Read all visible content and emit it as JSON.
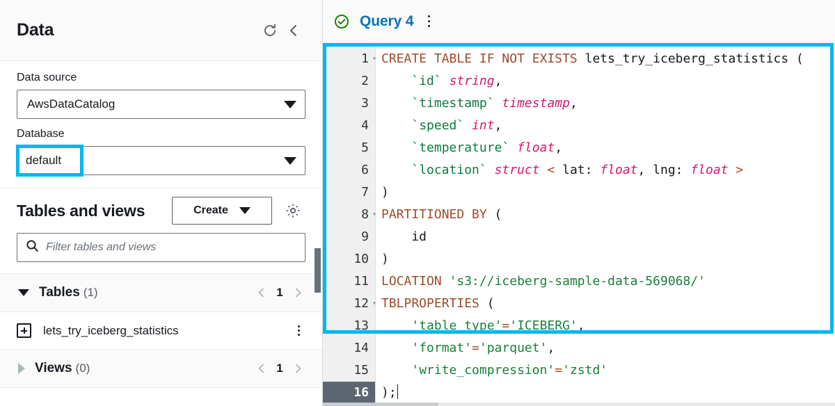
{
  "sidebar": {
    "title": "Data",
    "refresh_icon": "refresh-icon",
    "collapse_icon": "chevron-left-icon",
    "data_source": {
      "label": "Data source",
      "value": "AwsDataCatalog"
    },
    "database": {
      "label": "Database",
      "value": "default",
      "highlight_color": "#00b7f0"
    },
    "tables_and_views": {
      "title": "Tables and views",
      "create_label": "Create",
      "settings_icon": "gear-icon",
      "filter_placeholder": "Filter tables and views",
      "filter_value": "",
      "search_icon": "search-icon"
    },
    "groups": [
      {
        "name": "Tables",
        "count": "(1)",
        "expanded": true,
        "page": "1",
        "items": [
          {
            "name": "lets_try_iceberg_statistics",
            "expand_icon": "plus-square-icon",
            "menu_icon": "kebab-menu-icon"
          }
        ]
      },
      {
        "name": "Views",
        "count": "(0)",
        "expanded": false,
        "page": "1",
        "items": []
      }
    ]
  },
  "editor": {
    "tab": {
      "label": "Query 4",
      "status_icon": "check-circle-icon",
      "status_color": "#1d8102",
      "menu_icon": "kebab-menu-icon"
    },
    "highlight_color": "#00b7f0",
    "active_line": 16,
    "lines": [
      {
        "n": "1",
        "fold": "▾",
        "tokens": [
          {
            "t": "kw",
            "v": "CREATE TABLE IF NOT EXISTS "
          },
          {
            "t": "plain",
            "v": "lets_try_iceberg_statistics ("
          }
        ]
      },
      {
        "n": "2",
        "fold": "",
        "tokens": [
          {
            "t": "plain",
            "v": "    "
          },
          {
            "t": "idn",
            "v": "`id`"
          },
          {
            "t": "plain",
            "v": " "
          },
          {
            "t": "typ",
            "v": "string"
          },
          {
            "t": "plain",
            "v": ","
          }
        ]
      },
      {
        "n": "3",
        "fold": "",
        "tokens": [
          {
            "t": "plain",
            "v": "    "
          },
          {
            "t": "idn",
            "v": "`timestamp`"
          },
          {
            "t": "plain",
            "v": " "
          },
          {
            "t": "typ",
            "v": "timestamp"
          },
          {
            "t": "plain",
            "v": ","
          }
        ]
      },
      {
        "n": "4",
        "fold": "",
        "tokens": [
          {
            "t": "plain",
            "v": "    "
          },
          {
            "t": "idn",
            "v": "`speed`"
          },
          {
            "t": "plain",
            "v": " "
          },
          {
            "t": "typ",
            "v": "int"
          },
          {
            "t": "plain",
            "v": ","
          }
        ]
      },
      {
        "n": "5",
        "fold": "",
        "tokens": [
          {
            "t": "plain",
            "v": "    "
          },
          {
            "t": "idn",
            "v": "`temperature`"
          },
          {
            "t": "plain",
            "v": " "
          },
          {
            "t": "typ",
            "v": "float"
          },
          {
            "t": "plain",
            "v": ","
          }
        ]
      },
      {
        "n": "6",
        "fold": "",
        "tokens": [
          {
            "t": "plain",
            "v": "    "
          },
          {
            "t": "idn",
            "v": "`location`"
          },
          {
            "t": "plain",
            "v": " "
          },
          {
            "t": "typ",
            "v": "struct"
          },
          {
            "t": "op",
            "v": " < "
          },
          {
            "t": "plain",
            "v": "lat: "
          },
          {
            "t": "typ",
            "v": "float"
          },
          {
            "t": "plain",
            "v": ", lng: "
          },
          {
            "t": "typ",
            "v": "float"
          },
          {
            "t": "op",
            "v": " >"
          }
        ]
      },
      {
        "n": "7",
        "fold": "",
        "tokens": [
          {
            "t": "plain",
            "v": ")"
          }
        ]
      },
      {
        "n": "8",
        "fold": "▾",
        "tokens": [
          {
            "t": "kw",
            "v": "PARTITIONED BY"
          },
          {
            "t": "plain",
            "v": " ("
          }
        ]
      },
      {
        "n": "9",
        "fold": "",
        "tokens": [
          {
            "t": "plain",
            "v": "    id"
          }
        ]
      },
      {
        "n": "10",
        "fold": "",
        "tokens": [
          {
            "t": "plain",
            "v": ")"
          }
        ]
      },
      {
        "n": "11",
        "fold": "",
        "tokens": [
          {
            "t": "kw",
            "v": "LOCATION"
          },
          {
            "t": "plain",
            "v": " "
          },
          {
            "t": "str",
            "v": "'s3://iceberg-sample-data-569068/'"
          }
        ]
      },
      {
        "n": "12",
        "fold": "▾",
        "tokens": [
          {
            "t": "kw",
            "v": "TBLPROPERTIES"
          },
          {
            "t": "plain",
            "v": " ("
          }
        ]
      },
      {
        "n": "13",
        "fold": "",
        "tokens": [
          {
            "t": "plain",
            "v": "    "
          },
          {
            "t": "str",
            "v": "'table_type'"
          },
          {
            "t": "op",
            "v": "="
          },
          {
            "t": "str",
            "v": "'ICEBERG'"
          },
          {
            "t": "plain",
            "v": ","
          }
        ]
      },
      {
        "n": "14",
        "fold": "",
        "tokens": [
          {
            "t": "plain",
            "v": "    "
          },
          {
            "t": "str",
            "v": "'format'"
          },
          {
            "t": "op",
            "v": "="
          },
          {
            "t": "str",
            "v": "'parquet'"
          },
          {
            "t": "plain",
            "v": ","
          }
        ]
      },
      {
        "n": "15",
        "fold": "",
        "tokens": [
          {
            "t": "plain",
            "v": "    "
          },
          {
            "t": "str",
            "v": "'write_compression'"
          },
          {
            "t": "op",
            "v": "="
          },
          {
            "t": "str",
            "v": "'zstd'"
          }
        ]
      },
      {
        "n": "16",
        "fold": "",
        "tokens": [
          {
            "t": "plain",
            "v": ");"
          }
        ],
        "cursor": true
      }
    ]
  }
}
